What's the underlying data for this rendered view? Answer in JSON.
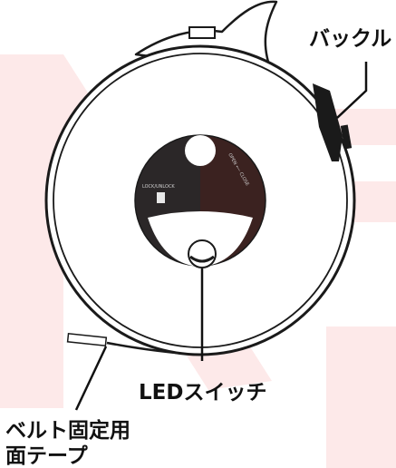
{
  "colors": {
    "background": "#ffffff",
    "watermark": "#fde9e9",
    "ring_fill": "#ffffff",
    "ring_stroke": "#1a1a1a",
    "dial_left": "#2b2728",
    "dial_right": "#3b2220",
    "cutout": "#ffffff",
    "tape": "#1a1a1a",
    "leader_line": "#111111",
    "label_text": "#111111"
  },
  "icons": {
    "watermark": "watermark-logo",
    "body": "tape-reel-body",
    "dial": "dial-face",
    "button": "led-switch"
  },
  "device": {
    "lock_label": "LOCK/UNLOCK",
    "open_close_label": "OPEN ⟵ CLOSE"
  },
  "callouts": {
    "buckle": "バックル",
    "led_switch": "LEDスイッチ",
    "tape_line1": "ベルト固定用",
    "tape_line2": "面テープ"
  }
}
